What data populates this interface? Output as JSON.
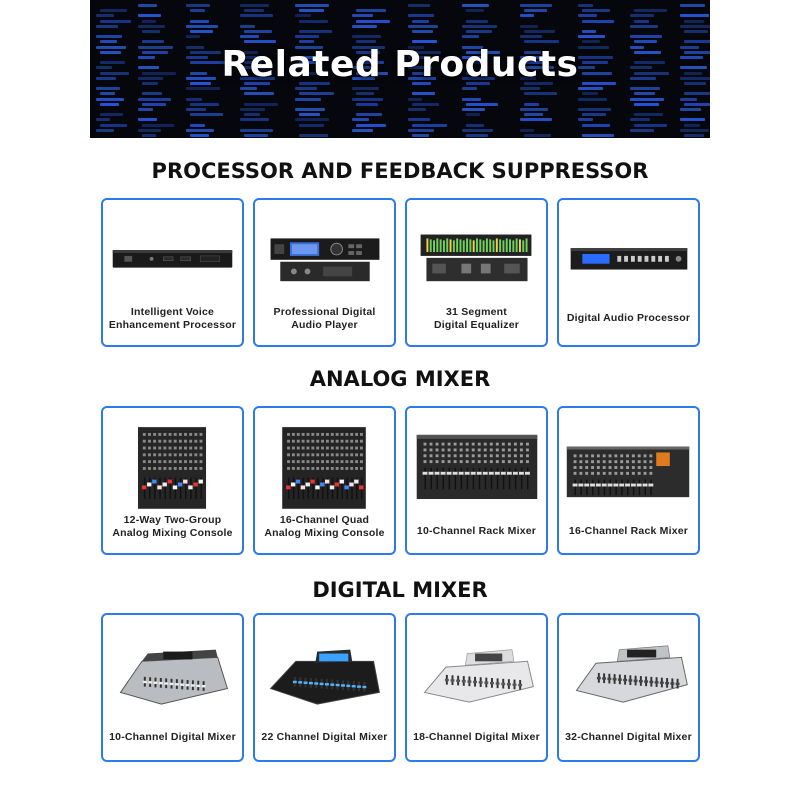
{
  "banner": {
    "title": "Related Products"
  },
  "accent_color": "#2d7be8",
  "sections": [
    {
      "title": "PROCESSOR AND FEEDBACK SUPPRESSOR",
      "products": [
        {
          "name": "Intelligent Voice\nEnhancement Processor",
          "icon": "rack-unit-1u-icon"
        },
        {
          "name": "Professional Digital\nAudio Player",
          "icon": "media-player-rack-icon"
        },
        {
          "name": "31 Segment\nDigital Equalizer",
          "icon": "graphic-equalizer-icon"
        },
        {
          "name": "Digital Audio Processor",
          "icon": "audio-processor-rack-icon"
        }
      ]
    },
    {
      "title": "ANALOG MIXER",
      "products": [
        {
          "name": "12-Way Two-Group\nAnalog Mixing Console",
          "icon": "analog-mixer-icon"
        },
        {
          "name": "16-Channel Quad\nAnalog Mixing Console",
          "icon": "analog-mixer-large-icon"
        },
        {
          "name": "10-Channel Rack Mixer",
          "icon": "rack-mixer-icon"
        },
        {
          "name": "16-Channel Rack Mixer",
          "icon": "rack-mixer-wide-icon"
        }
      ]
    },
    {
      "title": "DIGITAL MIXER",
      "products": [
        {
          "name": "10-Channel Digital Mixer",
          "icon": "digital-mixer-silver-icon"
        },
        {
          "name": "22 Channel Digital Mixer",
          "icon": "digital-mixer-black-icon"
        },
        {
          "name": "18-Channel Digital Mixer",
          "icon": "digital-mixer-white-icon"
        },
        {
          "name": "32-Channel Digital Mixer",
          "icon": "digital-mixer-large-icon"
        }
      ]
    }
  ]
}
